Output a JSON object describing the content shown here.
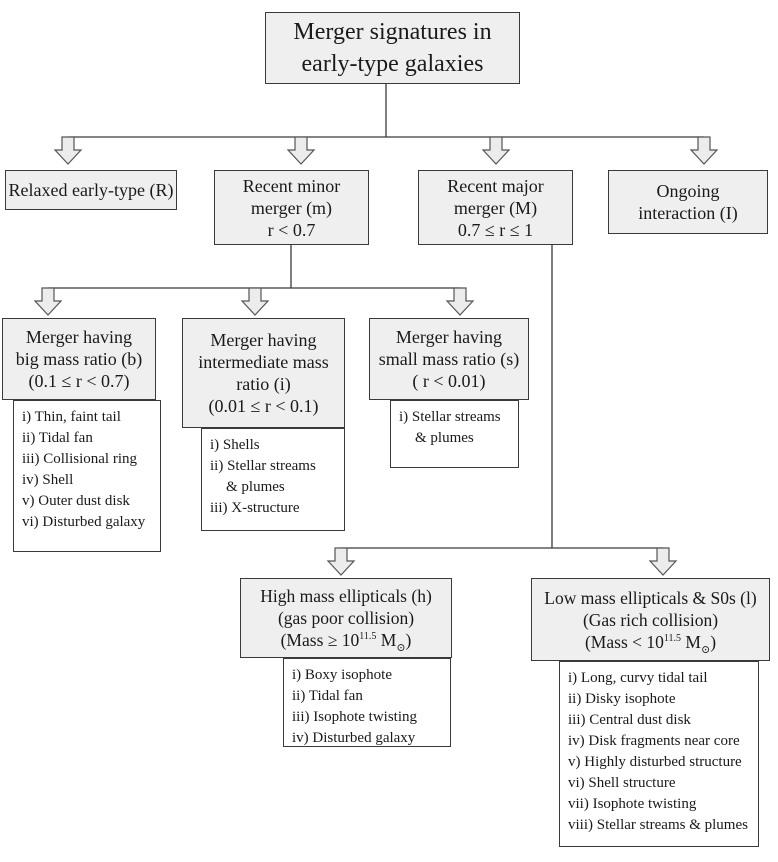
{
  "root": {
    "line1": "Merger signatures in",
    "line2": "early-type galaxies"
  },
  "level1": {
    "relaxed": "Relaxed early-type (R)",
    "minor": {
      "line1": "Recent minor",
      "line2": "merger (m)",
      "line3": "r < 0.7"
    },
    "major": {
      "line1": "Recent major",
      "line2": "merger (M)",
      "line3": "0.7 ≤ r ≤ 1"
    },
    "ongoing": {
      "line1": "Ongoing",
      "line2": "interaction (I)"
    }
  },
  "minor_children": [
    {
      "lines": [
        "Merger having",
        "big mass ratio (b)",
        "(0.1 ≤ r < 0.7)"
      ],
      "items": [
        "i) Thin, faint tail",
        "ii) Tidal fan",
        "iii) Collisional ring",
        "iv) Shell",
        "v) Outer dust disk",
        "vi) Disturbed galaxy"
      ]
    },
    {
      "lines": [
        "Merger having",
        "intermediate mass",
        "ratio (i)",
        "(0.01 ≤ r < 0.1)"
      ],
      "items": [
        "i) Shells",
        "ii) Stellar streams",
        "& plumes",
        "iii) X-structure"
      ]
    },
    {
      "lines": [
        "Merger having",
        "small mass ratio (s)",
        "( r < 0.01)"
      ],
      "items": [
        "i) Stellar streams",
        "& plumes"
      ]
    }
  ],
  "major_children": [
    {
      "lines": [
        "High mass ellipticals (h)",
        "(gas poor collision)"
      ],
      "mass_prefix": "(Mass ≥ 10",
      "mass_exp": "11.5",
      "mass_unit": " M",
      "mass_sun": "⊙",
      "mass_suffix": ")",
      "items": [
        "i) Boxy isophote",
        "ii) Tidal fan",
        "iii) Isophote twisting",
        "iv) Disturbed galaxy"
      ]
    },
    {
      "lines": [
        "Low mass ellipticals & S0s (l)",
        "(Gas rich collision)"
      ],
      "mass_prefix": "(Mass < 10",
      "mass_exp": "11.5",
      "mass_unit": " M",
      "mass_sun": "⊙",
      "mass_suffix": ")",
      "items": [
        "i) Long, curvy tidal tail",
        "ii) Disky isophote",
        "iii) Central dust disk",
        "iv) Disk fragments near core",
        "v) Highly disturbed structure",
        "vi) Shell structure",
        "vii) Isophote twisting",
        "viii) Stellar streams & plumes"
      ]
    }
  ]
}
